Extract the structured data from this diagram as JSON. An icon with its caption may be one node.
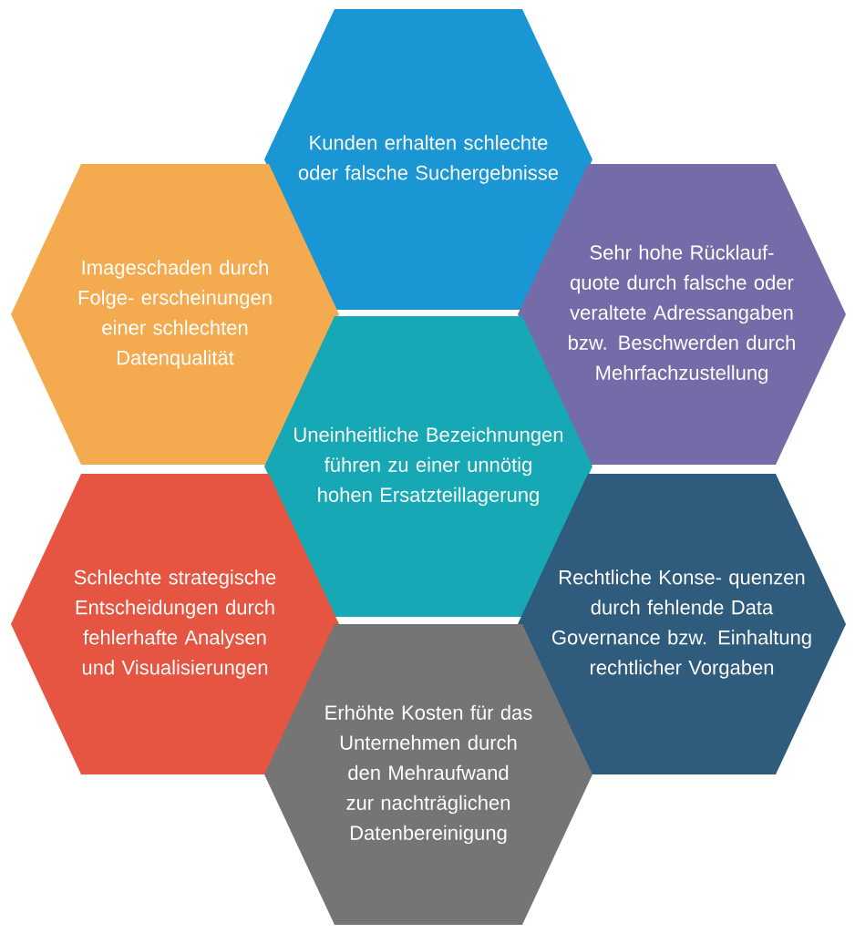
{
  "diagram": {
    "nodes": [
      {
        "text": [
          "Kunden erhalten schlechte oder falsche Suchergebnisse"
        ]
      },
      {
        "text": [
          "Imageschaden durch Folge- erscheinungen einer schlechten Datenqualität"
        ]
      },
      {
        "text": [
          "Sehr hohe Rücklauf- quote durch falsche oder veraltete Adressangaben bzw. Beschwerden durch Mehrfachzustellung"
        ]
      },
      {
        "text": [
          "Uneinheitliche Bezeichnungen führen zu einer unnötig hohen Ersatzteillagerung"
        ]
      },
      {
        "text": [
          "Schlechte strategische Entscheidungen durch fehlerhafte Analysen und Visualisierungen"
        ]
      },
      {
        "text": [
          "Rechtliche Konse- quenzen durch fehlende Data Governance bzw. Einhaltung rechtlicher Vorgaben"
        ]
      },
      {
        "text": [
          "Erhöhte Kosten für das Unternehmen durch den Mehraufwand zur nachträglichen Datenbereinigung"
        ]
      }
    ],
    "edges": []
  }
}
